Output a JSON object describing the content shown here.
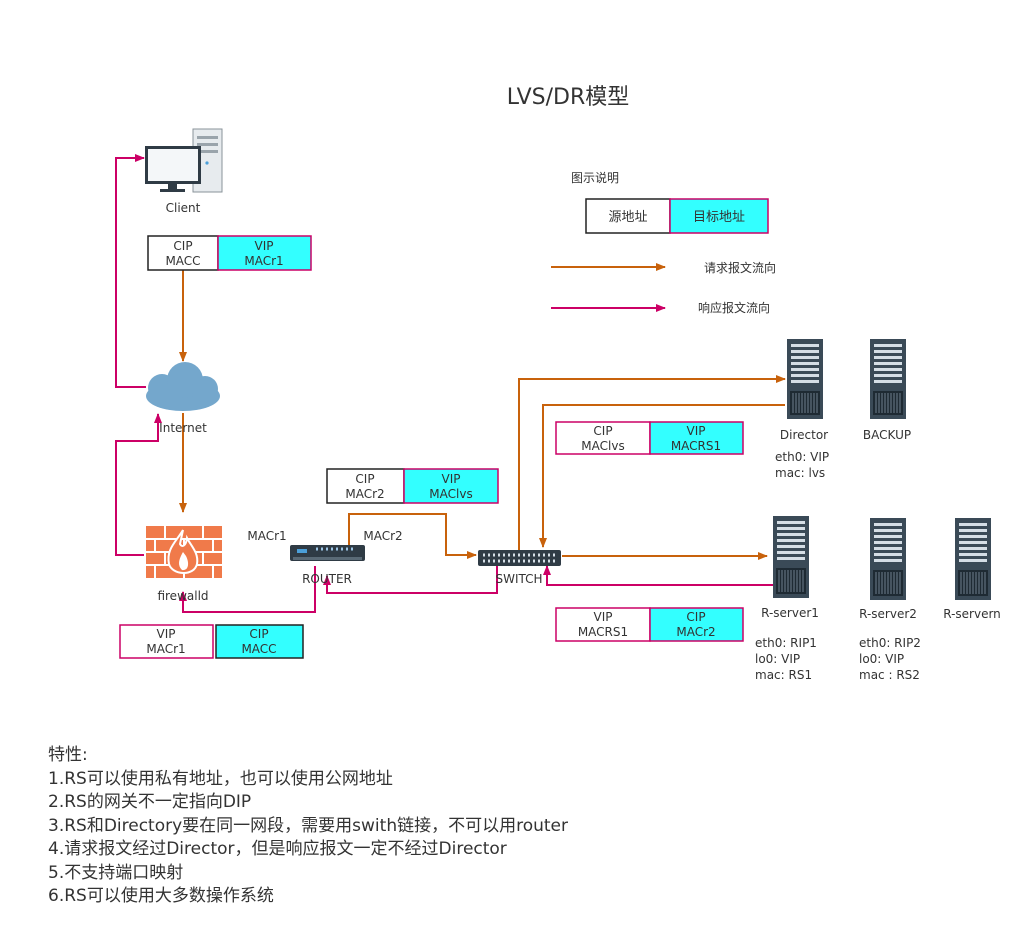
{
  "title": "LVS/DR模型",
  "legend": {
    "heading": "图示说明",
    "source_label": "源地址",
    "dest_label": "目标地址",
    "request_label": "请求报文流向",
    "response_label": "响应报文流向"
  },
  "colors": {
    "request": "#C8620C",
    "response": "#CC0066",
    "dest_fill": "#33FFFF",
    "server_dark": "#3A4A57",
    "cloud": "#74A7CC",
    "firewall": "#F07A4A"
  },
  "nodes": {
    "client": "Client",
    "internet": "Internet",
    "firewall": "firewalld",
    "router": "ROUTER",
    "switch": "SWITCH",
    "director": "Director",
    "backup": "BACKUP",
    "rs1": "R-server1",
    "rs2": "R-server2",
    "rsn": "R-servern"
  },
  "router_labels": {
    "left": "MACr1",
    "right": "MACr2"
  },
  "packets": {
    "client": {
      "src": [
        "CIP",
        "MACC"
      ],
      "dst": [
        "VIP",
        "MACr1"
      ]
    },
    "router": {
      "src": [
        "CIP",
        "MACr2"
      ],
      "dst": [
        "VIP",
        "MAClvs"
      ]
    },
    "director": {
      "src": [
        "CIP",
        "MAClvs"
      ],
      "dst": [
        "VIP",
        "MACRS1"
      ]
    },
    "response_rs1": {
      "src": [
        "VIP",
        "MACRS1"
      ],
      "dst": [
        "CIP",
        "MACr2"
      ]
    },
    "response_fw": {
      "src": [
        "VIP",
        "MACr1"
      ],
      "dst": [
        "CIP",
        "MACC"
      ]
    }
  },
  "server_info": {
    "director": [
      "eth0: VIP",
      "mac:  lvs"
    ],
    "rs1": [
      "eth0: RIP1",
      "lo0: VIP",
      "mac: RS1"
    ],
    "rs2": [
      "eth0: RIP2",
      "lo0: VIP",
      "mac : RS2"
    ]
  },
  "notes": [
    "特性:",
    "1.RS可以使用私有地址，也可以使用公网地址",
    "2.RS的网关不一定指向DIP",
    "3.RS和Directory要在同一网段，需要用swith链接，不可以用router",
    "4.请求报文经过Director，但是响应报文一定不经过Director",
    "5.不支持端口映射",
    "6.RS可以使用大多数操作系统"
  ]
}
